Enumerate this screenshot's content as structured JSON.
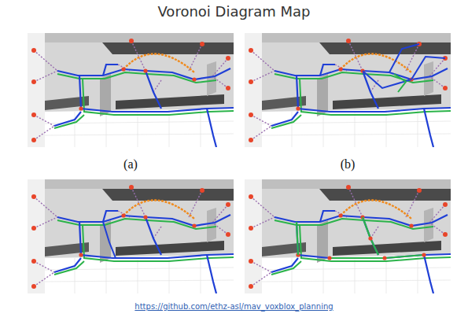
{
  "diagram": {
    "title": "Voronoi Diagram Map",
    "caption": "https://github.com/ethz-asl/mav_voxblox_planning",
    "labels": [
      "(a)",
      "(b)"
    ]
  }
}
